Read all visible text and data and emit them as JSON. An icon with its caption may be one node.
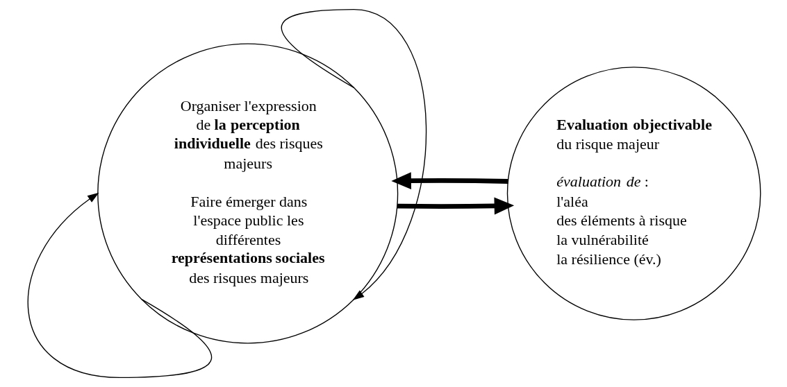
{
  "diagram": {
    "nodes": [
      {
        "text": [
          "Organiser l'expression de **la perception individuelle** des risques majeurs",
          "Faire émerger dans l'espace public les différentes **représentations sociales** des risques majeurs"
        ]
      },
      {
        "text": [
          "**Evaluation objectivable** du risque majeur",
          "*évaluation de* :",
          "l'aléa",
          "des éléments à risque",
          "la vulnérabilité",
          "la résilience (év.)"
        ]
      }
    ],
    "edges": [
      {
        "from": 0,
        "to": 1,
        "arrow": "to",
        "style": "thick"
      },
      {
        "from": 1,
        "to": 0,
        "arrow": "to",
        "style": "thick"
      },
      {
        "from": 0,
        "to": 0,
        "arrow": "to"
      },
      {
        "from": 0,
        "to": 0,
        "arrow": "to"
      }
    ]
  }
}
